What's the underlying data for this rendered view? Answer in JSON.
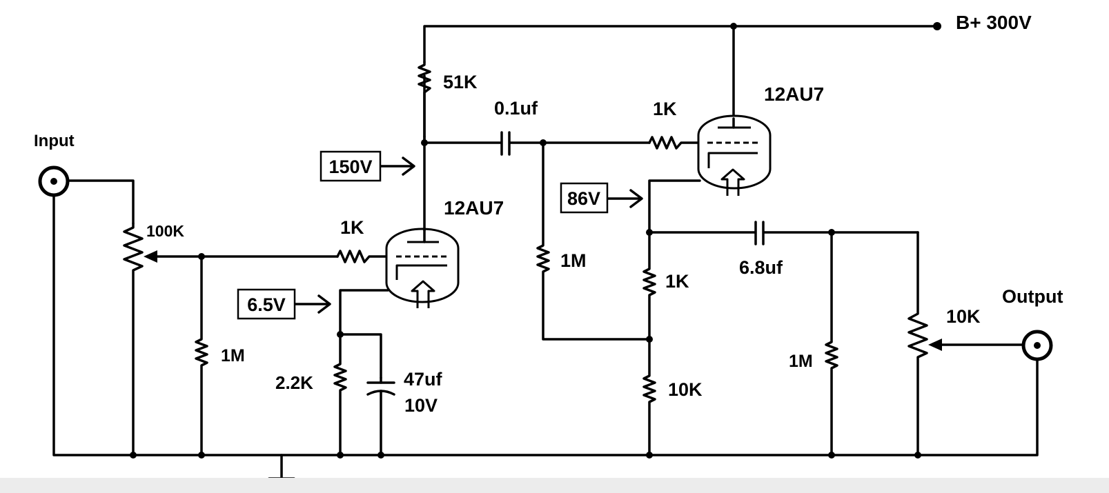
{
  "labels": {
    "b_plus": "B+ 300V",
    "input": "Input",
    "output": "Output",
    "r_51k": "51K",
    "c_01uf": "0.1uf",
    "r_grid2": "1K",
    "tube2": "12AU7",
    "tube1": "12AU7",
    "v_150": "150V",
    "v_86": "86V",
    "v_65": "6.5V",
    "pot_in": "100K",
    "r_grid1": "1K",
    "r_1m_in": "1M",
    "r_1m_mid": "1M",
    "r_22k": "2.2K",
    "c_47uf_a": "47uf",
    "c_47uf_b": "10V",
    "r_1k_cath2": "1K",
    "r_10k_cath2": "10K",
    "c_68uf": "6.8uf",
    "r_1m_out": "1M",
    "pot_out": "10K"
  }
}
